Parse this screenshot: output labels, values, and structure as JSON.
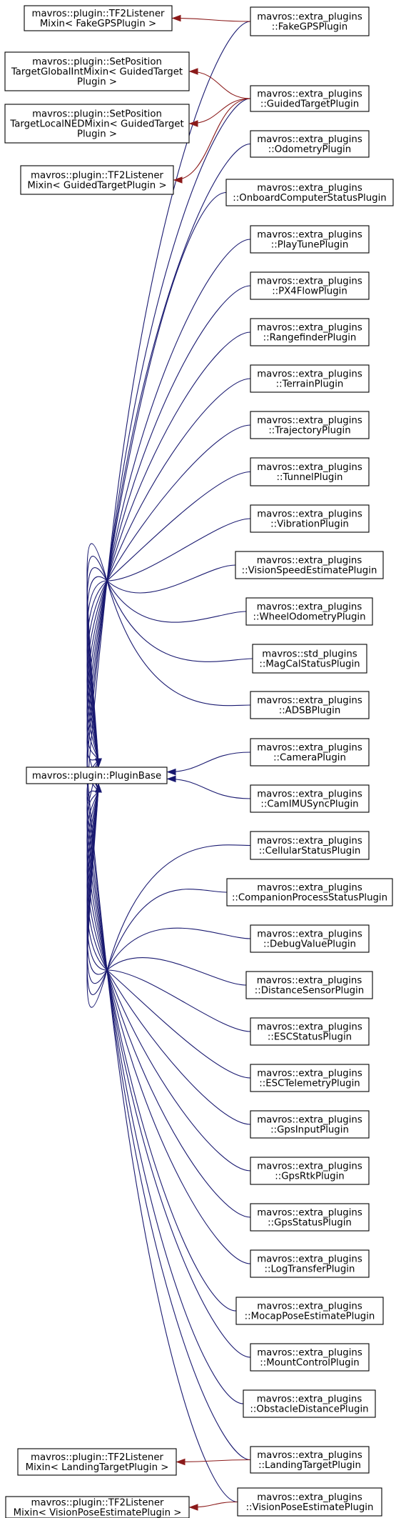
{
  "diagram": {
    "base": {
      "id": "base",
      "lines": [
        "mavros::plugin::PluginBase"
      ]
    },
    "mixins": [
      {
        "id": "m_fakegps",
        "lines": [
          "mavros::plugin::TF2Listener",
          "Mixin< FakeGPSPlugin >"
        ]
      },
      {
        "id": "m_setglobal",
        "lines": [
          "mavros::plugin::SetPosition",
          "TargetGlobalIntMixin< GuidedTarget",
          "Plugin >"
        ]
      },
      {
        "id": "m_setlocal",
        "lines": [
          "mavros::plugin::SetPosition",
          "TargetLocalNEDMixin< GuidedTarget",
          "Plugin >"
        ]
      },
      {
        "id": "m_tf_guided",
        "lines": [
          "mavros::plugin::TF2Listener",
          "Mixin< GuidedTargetPlugin >"
        ]
      },
      {
        "id": "m_tf_landing",
        "lines": [
          "mavros::plugin::TF2Listener",
          "Mixin< LandingTargetPlugin >"
        ]
      },
      {
        "id": "m_tf_vision",
        "lines": [
          "mavros::plugin::TF2Listener",
          "Mixin< VisionPoseEstimatePlugin >"
        ]
      }
    ],
    "plugins": [
      {
        "id": "p_fakegps",
        "lines": [
          "mavros::extra_plugins",
          "::FakeGPSPlugin"
        ]
      },
      {
        "id": "p_guided",
        "lines": [
          "mavros::extra_plugins",
          "::GuidedTargetPlugin"
        ]
      },
      {
        "id": "p_odometry",
        "lines": [
          "mavros::extra_plugins",
          "::OdometryPlugin"
        ]
      },
      {
        "id": "p_onboard",
        "lines": [
          "mavros::extra_plugins",
          "::OnboardComputerStatusPlugin"
        ]
      },
      {
        "id": "p_playtune",
        "lines": [
          "mavros::extra_plugins",
          "::PlayTunePlugin"
        ]
      },
      {
        "id": "p_px4flow",
        "lines": [
          "mavros::extra_plugins",
          "::PX4FlowPlugin"
        ]
      },
      {
        "id": "p_range",
        "lines": [
          "mavros::extra_plugins",
          "::RangefinderPlugin"
        ]
      },
      {
        "id": "p_terrain",
        "lines": [
          "mavros::extra_plugins",
          "::TerrainPlugin"
        ]
      },
      {
        "id": "p_trajectory",
        "lines": [
          "mavros::extra_plugins",
          "::TrajectoryPlugin"
        ]
      },
      {
        "id": "p_tunnel",
        "lines": [
          "mavros::extra_plugins",
          "::TunnelPlugin"
        ]
      },
      {
        "id": "p_vibration",
        "lines": [
          "mavros::extra_plugins",
          "::VibrationPlugin"
        ]
      },
      {
        "id": "p_visionspeed",
        "lines": [
          "mavros::extra_plugins",
          "::VisionSpeedEstimatePlugin"
        ]
      },
      {
        "id": "p_wheel",
        "lines": [
          "mavros::extra_plugins",
          "::WheelOdometryPlugin"
        ]
      },
      {
        "id": "p_magcal",
        "lines": [
          "mavros::std_plugins",
          "::MagCalStatusPlugin"
        ]
      },
      {
        "id": "p_adsb",
        "lines": [
          "mavros::extra_plugins",
          "::ADSBPlugin"
        ]
      },
      {
        "id": "p_camera",
        "lines": [
          "mavros::extra_plugins",
          "::CameraPlugin"
        ]
      },
      {
        "id": "p_camimu",
        "lines": [
          "mavros::extra_plugins",
          "::CamIMUSyncPlugin"
        ]
      },
      {
        "id": "p_cellular",
        "lines": [
          "mavros::extra_plugins",
          "::CellularStatusPlugin"
        ]
      },
      {
        "id": "p_companion",
        "lines": [
          "mavros::extra_plugins",
          "::CompanionProcessStatusPlugin"
        ]
      },
      {
        "id": "p_debug",
        "lines": [
          "mavros::extra_plugins",
          "::DebugValuePlugin"
        ]
      },
      {
        "id": "p_distance",
        "lines": [
          "mavros::extra_plugins",
          "::DistanceSensorPlugin"
        ]
      },
      {
        "id": "p_escstatus",
        "lines": [
          "mavros::extra_plugins",
          "::ESCStatusPlugin"
        ]
      },
      {
        "id": "p_esctelem",
        "lines": [
          "mavros::extra_plugins",
          "::ESCTelemetryPlugin"
        ]
      },
      {
        "id": "p_gpsinput",
        "lines": [
          "mavros::extra_plugins",
          "::GpsInputPlugin"
        ]
      },
      {
        "id": "p_gpsrtk",
        "lines": [
          "mavros::extra_plugins",
          "::GpsRtkPlugin"
        ]
      },
      {
        "id": "p_gpsstatus",
        "lines": [
          "mavros::extra_plugins",
          "::GpsStatusPlugin"
        ]
      },
      {
        "id": "p_logtransfer",
        "lines": [
          "mavros::extra_plugins",
          "::LogTransferPlugin"
        ]
      },
      {
        "id": "p_mocap",
        "lines": [
          "mavros::extra_plugins",
          "::MocapPoseEstimatePlugin"
        ]
      },
      {
        "id": "p_mount",
        "lines": [
          "mavros::extra_plugins",
          "::MountControlPlugin"
        ]
      },
      {
        "id": "p_obstacle",
        "lines": [
          "mavros::extra_plugins",
          "::ObstacleDistancePlugin"
        ]
      },
      {
        "id": "p_landing",
        "lines": [
          "mavros::extra_plugins",
          "::LandingTargetPlugin"
        ]
      },
      {
        "id": "p_vision",
        "lines": [
          "mavros::extra_plugins",
          "::VisionPoseEstimatePlugin"
        ]
      }
    ],
    "edges": [
      {
        "from": "p_fakegps",
        "to": "m_fakegps",
        "kind": "mixin"
      },
      {
        "from": "p_guided",
        "to": "m_setglobal",
        "kind": "mixin"
      },
      {
        "from": "p_guided",
        "to": "m_setlocal",
        "kind": "mixin"
      },
      {
        "from": "p_guided",
        "to": "m_tf_guided",
        "kind": "mixin"
      },
      {
        "from": "p_landing",
        "to": "m_tf_landing",
        "kind": "mixin"
      },
      {
        "from": "p_vision",
        "to": "m_tf_vision",
        "kind": "mixin"
      }
    ],
    "colors": {
      "base_edge": "#191970",
      "mixin_edge": "#8b1a1a",
      "node_border": "#000000",
      "background": "#ffffff"
    }
  }
}
